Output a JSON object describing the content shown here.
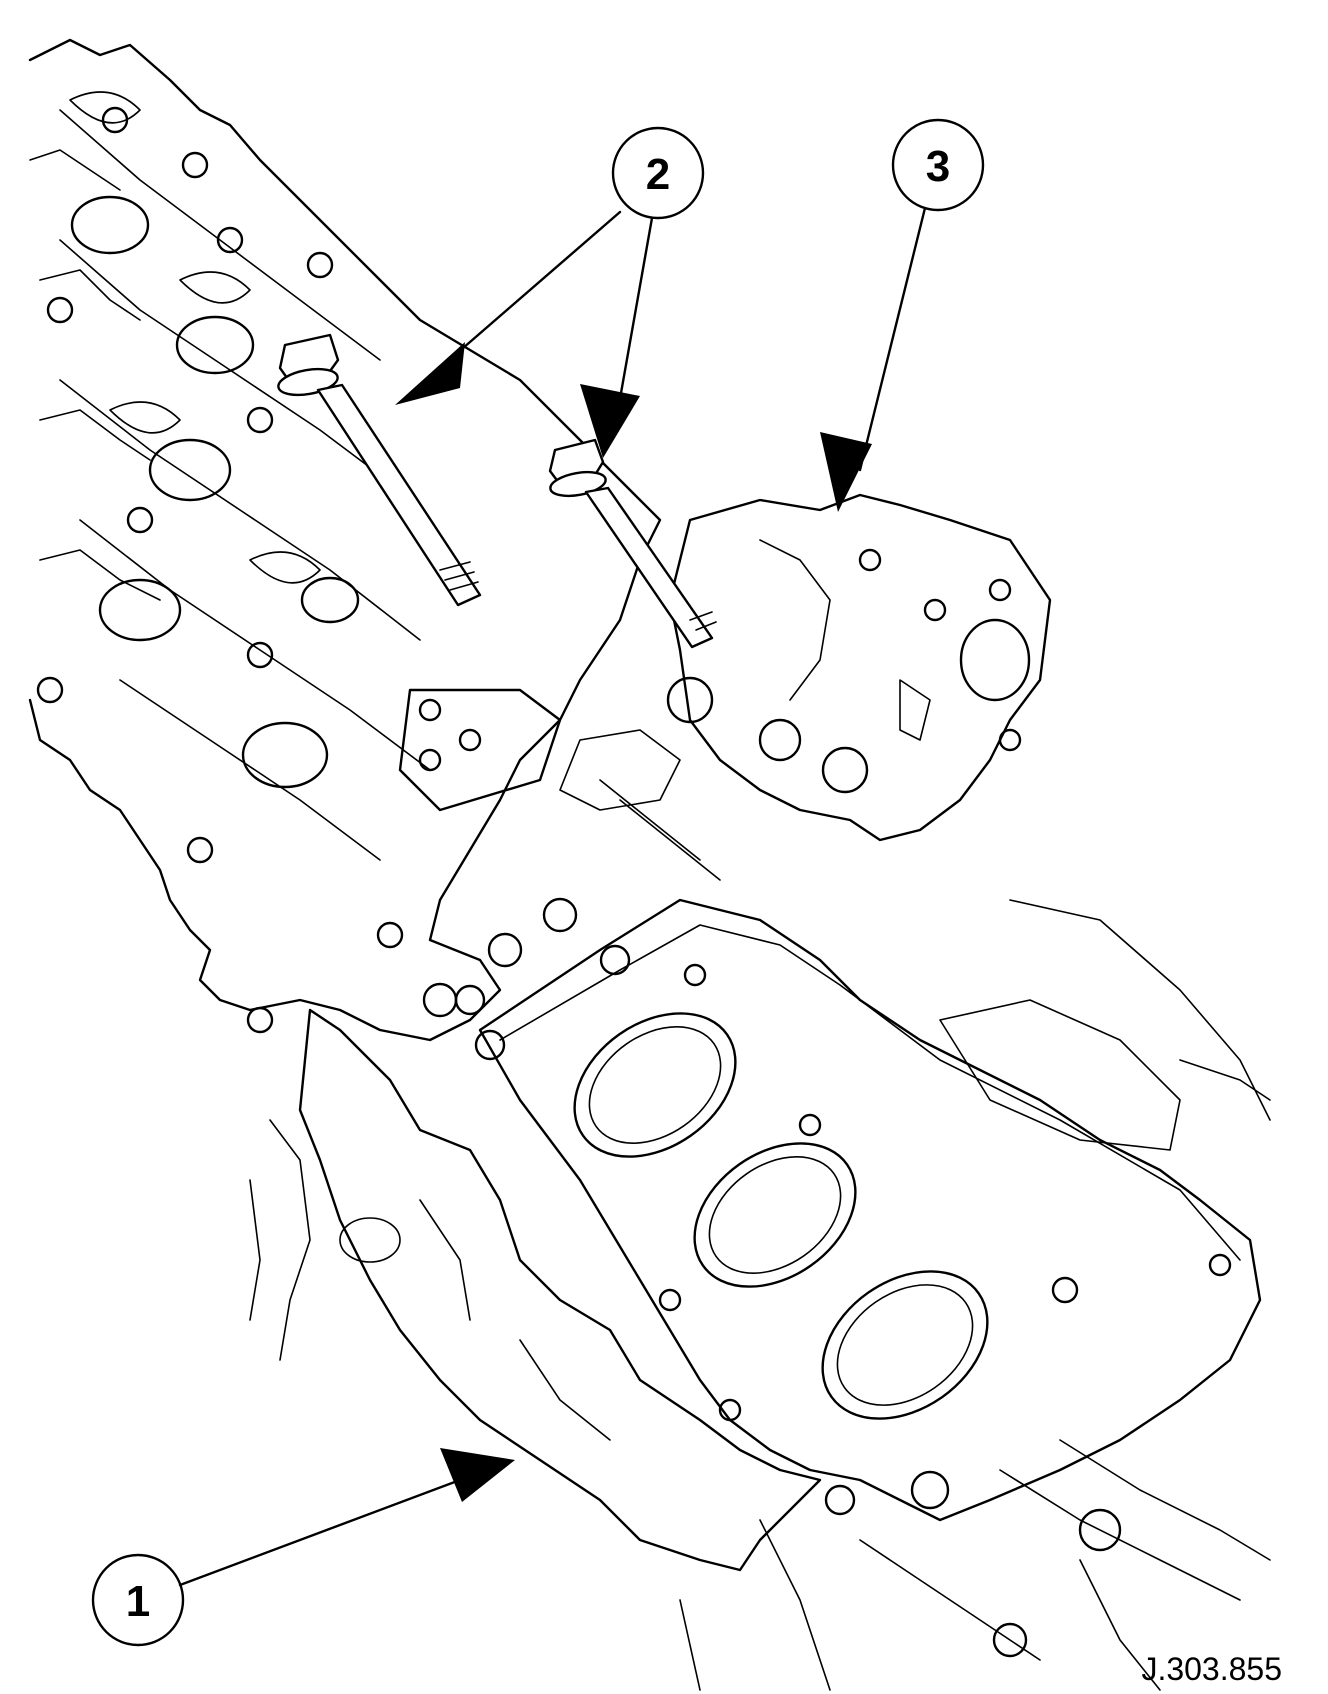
{
  "callouts": [
    {
      "id": "1",
      "label": "1"
    },
    {
      "id": "2",
      "label": "2"
    },
    {
      "id": "3",
      "label": "3"
    }
  ],
  "reference_code": "J.303.855"
}
